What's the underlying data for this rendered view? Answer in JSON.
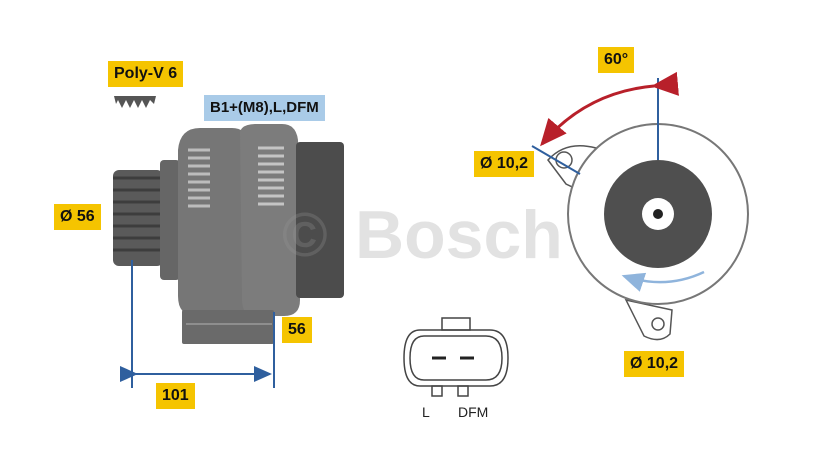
{
  "labels": {
    "belt": "Poly-V 6",
    "terminals": "B1+(M8),L,DFM",
    "pulley_diameter": "Ø 56",
    "mount_width": "56",
    "length": "101",
    "angle": "60°",
    "hole_top": "Ø 10,2",
    "hole_bottom": "Ø 10,2",
    "connector_pin_left": "L",
    "connector_pin_right": "DFM"
  },
  "watermark": {
    "copyright_symbol": "©",
    "brand": "Bosch"
  },
  "colors": {
    "label_yellow": "#f5c400",
    "label_blue": "#a9cbe8",
    "body_gray": "#6d6d6d",
    "body_dark": "#4a4a4a",
    "dimension_blue": "#2f5f9e",
    "arrow_red": "#b8202a"
  }
}
